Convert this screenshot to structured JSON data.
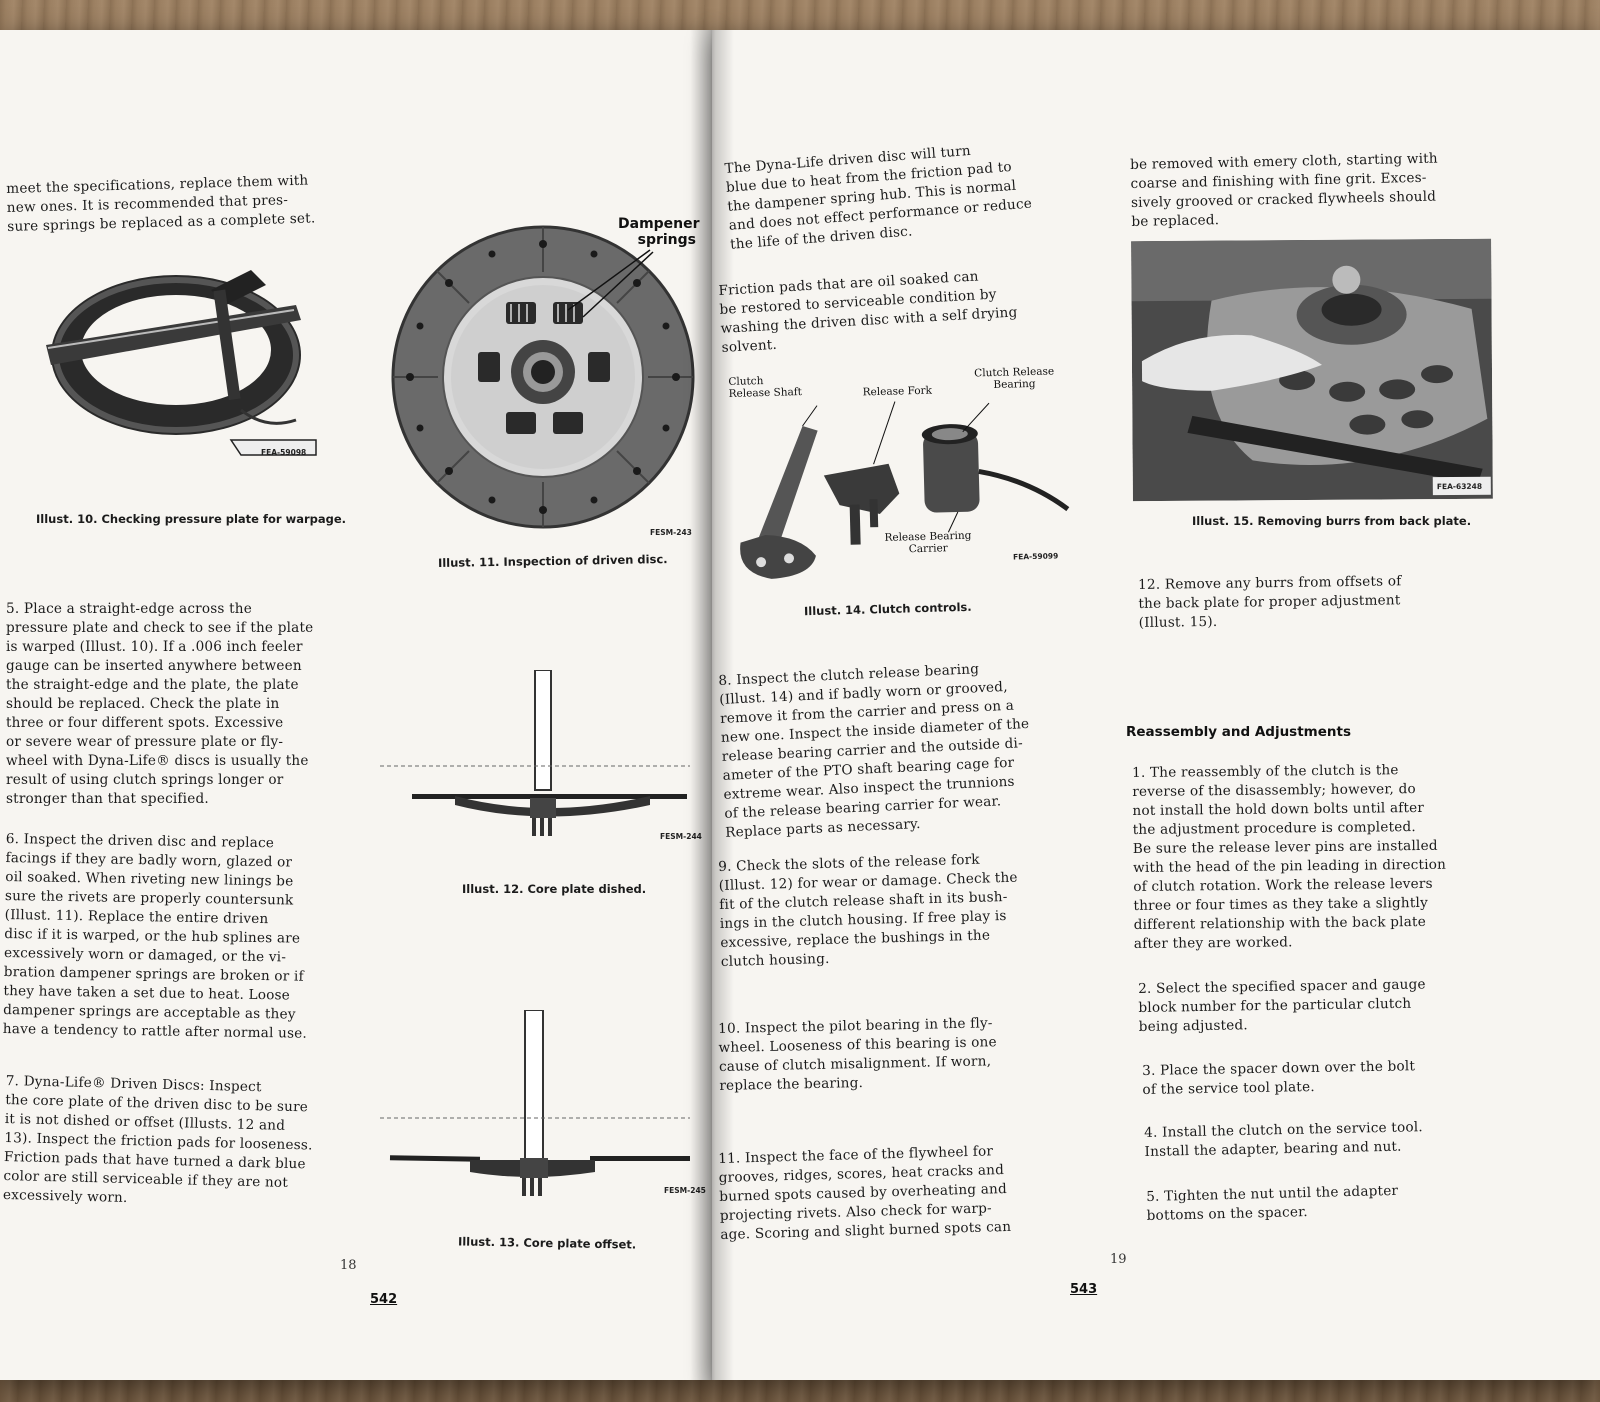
{
  "left_page": {
    "para_top": "meet the specifications, replace them with\nnew ones. It is recommended that pres-\nsure springs be replaced as a complete set.",
    "illus10": {
      "caption": "Illust. 10. Checking pressure plate for warpage.",
      "code": "FEA-59098"
    },
    "illus11": {
      "caption": "Illust. 11. Inspection of driven disc.",
      "code": "FESM-243",
      "label": "Dampener\nsprings"
    },
    "illus12": {
      "caption": "Illust. 12. Core plate dished.",
      "code": "FESM-244"
    },
    "illus13": {
      "caption": "Illust. 13. Core plate offset.",
      "code": "FESM-245"
    },
    "para5": "5. Place a straight-edge across the\npressure plate and check to see if the plate\nis warped (Illust. 10). If a .006 inch feeler\ngauge can be inserted anywhere between\nthe straight-edge and the plate, the plate\nshould be replaced. Check the plate in\nthree or four different spots. Excessive\nor severe wear of pressure plate or fly-\nwheel with Dyna-Life® discs is usually the\nresult of using clutch springs longer or\nstronger than that specified.",
    "para6": "6. Inspect the driven disc and replace\nfacings if they are badly worn, glazed or\noil soaked. When riveting new linings be\nsure the rivets are properly countersunk\n(Illust. 11). Replace the entire driven\ndisc if it is warped, or the hub splines are\nexcessively worn or damaged, or the vi-\nbration dampener springs are broken or if\nthey have taken a set due to heat. Loose\ndampener springs are acceptable as they\nhave a tendency to rattle after normal use.",
    "para7": "7. Dyna-Life® Driven Discs: Inspect\nthe core plate of the driven disc to be sure\nit is not dished or offset (Illusts. 12 and\n13). Inspect the friction pads for looseness.\nFriction pads that have turned a dark blue\ncolor are still serviceable if they are not\nexcessively worn.",
    "page_number": "18",
    "page_number_bold": "542"
  },
  "right_page": {
    "para_a": "The Dyna-Life driven disc will turn\nblue due to heat from the friction pad to\nthe dampener spring hub. This is normal\nand does not effect performance or reduce\nthe life of the driven disc.",
    "para_b": "Friction pads that are oil soaked can\nbe restored to serviceable condition by\nwashing the driven disc with a self drying\nsolvent.",
    "illus14": {
      "caption": "Illust. 14. Clutch controls.",
      "code": "FEA-59099",
      "labels": {
        "shaft": "Clutch\nRelease Shaft",
        "fork": "Release Fork",
        "bearing": "Clutch Release\nBearing",
        "carrier": "Release Bearing\nCarrier"
      }
    },
    "para8": "8. Inspect the clutch release bearing\n(Illust. 14) and if badly worn or grooved,\nremove it from the carrier and press on a\nnew one. Inspect the inside diameter of the\nrelease bearing carrier and the outside di-\nameter of the PTO shaft bearing cage for\nextreme wear. Also inspect the trunnions\nof the release bearing carrier for wear.\nReplace parts as necessary.",
    "para9": "9. Check the slots of the release fork\n(Illust. 12) for wear or damage. Check the\nfit of the clutch release shaft in its bush-\nings in the clutch housing. If free play is\nexcessive, replace the bushings in the\nclutch housing.",
    "para10": "10. Inspect the pilot bearing in the fly-\nwheel. Looseness of this bearing is one\ncause of clutch misalignment. If worn,\nreplace the bearing.",
    "para11": "11. Inspect the face of the flywheel for\ngrooves, ridges, scores, heat cracks and\nburned spots caused by overheating and\nprojecting rivets. Also check for warp-\nage. Scoring and slight burned spots can",
    "col2_top": "be removed with emery cloth, starting with\ncoarse and finishing with fine grit. Exces-\nsively grooved or cracked flywheels should\nbe replaced.",
    "illus15": {
      "caption": "Illust. 15. Removing burrs from back plate.",
      "code": "FEA-63248"
    },
    "para12": "12. Remove any burrs from offsets of\nthe back plate for proper adjustment\n(Illust. 15).",
    "heading": "Reassembly and Adjustments",
    "r1": "1. The reassembly of the clutch is the\nreverse of the disassembly; however, do\nnot install the hold down bolts until after\nthe adjustment procedure is completed.\nBe sure the release lever pins are installed\nwith the head of the pin leading in direction\nof clutch rotation. Work the release levers\nthree or four times as they take a slightly\ndifferent relationship with the back plate\nafter they are worked.",
    "r2": "2. Select the specified spacer and gauge\nblock number for the particular clutch\nbeing adjusted.",
    "r3": "3. Place the spacer down over the bolt\nof the service tool plate.",
    "r4": "4. Install the clutch on the service tool.\nInstall the adapter, bearing and nut.",
    "r5": "5. Tighten the nut until the adapter\nbottoms on the spacer.",
    "page_number": "19",
    "page_number_bold": "543"
  }
}
